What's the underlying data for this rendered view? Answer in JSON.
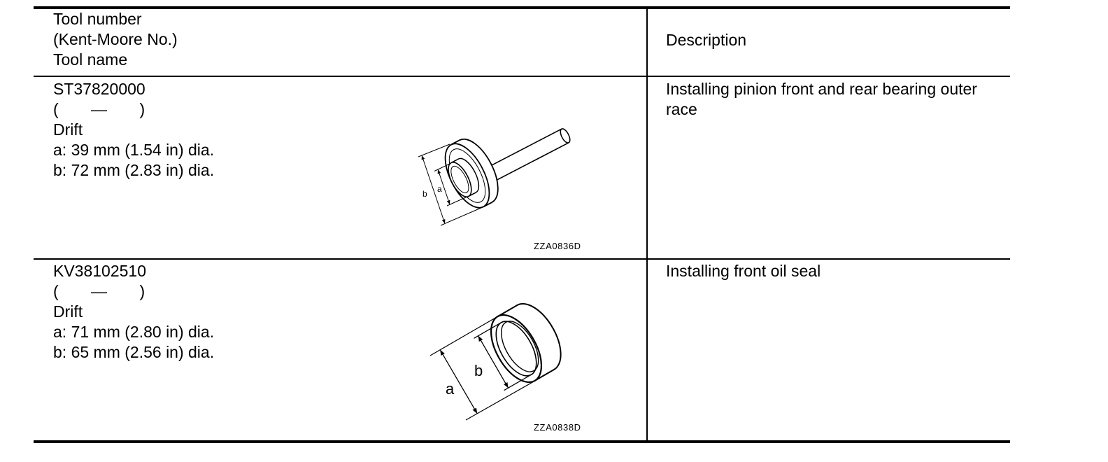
{
  "header": {
    "tool_number": "Tool number",
    "kent_moore": "(Kent-Moore No.)",
    "tool_name": "Tool name",
    "description": "Description"
  },
  "rows": [
    {
      "tool_number": "ST37820000",
      "kent_moore": "( — )",
      "tool_name": "Drift",
      "specs": [
        "a: 39 mm (1.54 in) dia.",
        "b: 72 mm (2.83 in) dia."
      ],
      "figure": {
        "caption": "ZZA0836D",
        "label_a": "a",
        "label_b": "b"
      },
      "description": "Installing pinion front and rear bearing outer race"
    },
    {
      "tool_number": "KV38102510",
      "kent_moore": "( — )",
      "tool_name": "Drift",
      "specs": [
        "a: 71 mm (2.80 in) dia.",
        "b: 65 mm (2.56 in) dia."
      ],
      "figure": {
        "caption": "ZZA0838D",
        "label_a": "a",
        "label_b": "b"
      },
      "description": "Installing front oil seal"
    }
  ]
}
